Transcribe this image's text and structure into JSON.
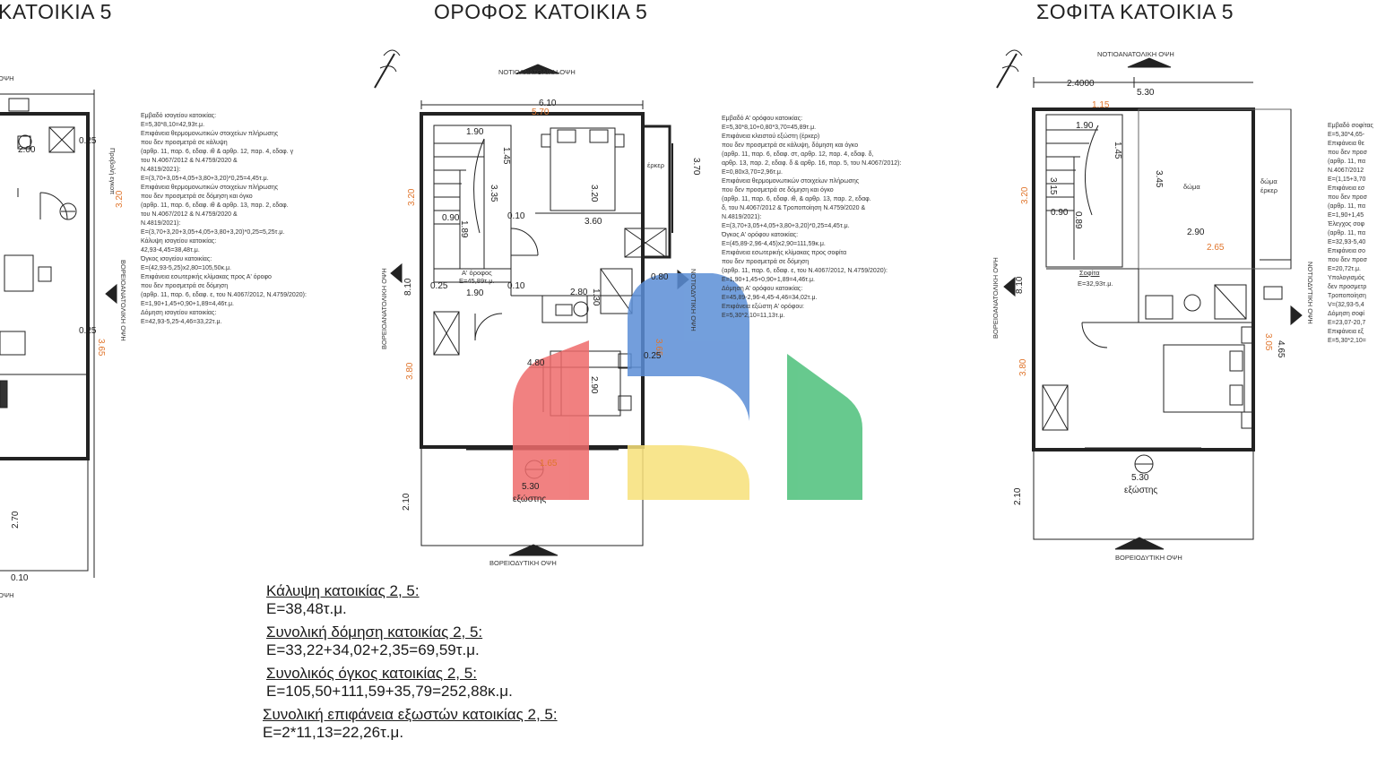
{
  "plans": {
    "ground": {
      "title": "ΚΑΤΟΙΚΙΑ 5",
      "north_label": "ΟΨΗ",
      "south_label": "ΟΨΗ",
      "east_label": "ΒΟΡΕΙΟΑΝΑΤΟΛΙΚΗ ΟΨΗ",
      "dims": [
        "3.20",
        "3.65",
        "2.70",
        "0.25",
        "0.25",
        "2.00",
        "0.10",
        "Προβολή εγκοπ"
      ],
      "notes": [
        "Εμβαδό ισογείου κατοικίας:",
        "Ε=5,30*8,10=42,93τ.μ.",
        "Επιφάνεια θερμομονωτικών στοιχείων πλήρωσης",
        "που δεν προσμετρά σε κάλυψη",
        "(αρθρ. 11, παρ. 6, εδαφ. ιθ & αρθρ. 12, παρ. 4, εδαφ. γ",
        "του Ν.4067/2012 & Ν.4759/2020 &",
        "Ν.4819/2021):",
        "Ε=(3,70+3,05+4,05+3,80+3,20)*0,25=4,45τ.μ.",
        "Επιφάνεια θερμομονωτικών στοιχείων πλήρωσης",
        "που δεν προσμετρά σε δόμηση και όγκο",
        "(αρθρ. 11, παρ. 6, εδαφ. ιθ & αρθρ. 13, παρ. 2, εδαφ.",
        "του Ν.4067/2012 & Ν.4759/2020 &",
        "Ν.4819/2021):",
        "Ε=(3,70+3,20+3,05+4,05+3,80+3,20)*0,25=5,25τ.μ.",
        "Κάλυψη ισογείου κατοικίας:",
        "42,93-4,45=38,48τ.μ.",
        "Όγκος ισογείου κατοικίας:",
        "Ε=(42,93-5,25)x2,80=105,50κ.μ.",
        "Επιφάνεια εσωτερικής κλίμακας προς Α' όροφο",
        "που δεν προσμετρά σε δόμηση",
        "(αρθρ. 11, παρ. 6, εδαφ. ε, του Ν.4067/2012, Ν.4759/2020):",
        "Ε=1,90+1,45+0,90+1,89=4,46τ.μ.",
        "Δόμηση ισογείου κατοικίας:",
        "Ε=42,93-5,25-4,46=33,22τ.μ."
      ]
    },
    "floor": {
      "title": "ΟΡΟΦΟΣ ΚΑΤΟΙΚΙΑ 5",
      "north_label": "ΝΟΤΙΟΑΝΑΤΟΛΙΚΗ ΟΨΗ",
      "south_label": "ΒΟΡΕΙΟΔΥΤΙΚΗ ΟΨΗ",
      "west_label": "ΒΟΡΕΙΟΑΝΑΤΟΛΙΚΗ ΟΨΗ",
      "east_label": "ΝΟΤΙΟΔΥΤΙΚΗ ΟΨΗ",
      "dims": [
        "6.10",
        "5.70",
        "1.90",
        "1.45",
        "3.35",
        "3.20",
        "3.60",
        "0.10",
        "0.90",
        "1.89",
        "2.80",
        "1.30",
        "0.80",
        "4.80",
        "2.90",
        "1.90",
        "0.25",
        "0.10",
        "3.70",
        "3.20",
        "3.80",
        "8.10",
        "2.10",
        "5.30",
        "1.65",
        "3.65",
        "0.25"
      ],
      "room_labels": [
        "Α' όροφος",
        "Ε=45,89τ.μ.",
        "έρκερ",
        "εξώστης"
      ],
      "notes": [
        "Εμβαδό Α' ορόφου κατοικίας:",
        "Ε=5,30*8,10+0,80*3,70=45,89τ.μ.",
        "Επιφάνεια κλειστού εξώστη (έρκερ)",
        "που δεν προσμετρά σε κάλυψη, δόμηση και όγκο",
        "(αρθρ. 11, παρ. 6, εδαφ. στ, αρθρ. 12, παρ. 4, εδαφ. δ,",
        "αρθρ. 13, παρ. 2, εδαφ. δ & αρθρ. 16, παρ. 5, του Ν.4067/2012):",
        "Ε=0,80x3,70=2,96τ.μ.",
        "Επιφάνεια θερμομονωτικών στοιχείων πλήρωσης",
        "που δεν προσμετρά σε δόμηση και όγκο",
        "(αρθρ. 11, παρ. 6, εδαφ. ιθ, & αρθρ. 13, παρ. 2, εδαφ.",
        "δ, του Ν.4067/2012 & Τροποποίηση Ν.4759/2020 &",
        "Ν.4819/2021):",
        "Ε=(3,70+3,05+4,05+3,80+3,20)*0,25=4,45τ.μ.",
        "Όγκος Α' ορόφου κατοικίας:",
        "Ε=(45,89-2,96-4,45)x2,90=111,59κ.μ.",
        "Επιφάνεια εσωτερικής κλίμακας προς σοφίτα",
        "που δεν προσμετρά σε δόμηση",
        "(αρθρ. 11, παρ. 6, εδαφ. ε, του Ν.4067/2012, Ν.4759/2020):",
        "Ε=1,90+1,45+0,90+1,89=4,46τ.μ.",
        "Δόμηση Α' ορόφου κατοικίας:",
        "Ε=45,89-2,96-4,45-4,46=34,02τ.μ.",
        "Επιφάνεια εξώστη Α' ορόφου:",
        "Ε=5,30*2,10=11,13τ.μ."
      ]
    },
    "attic": {
      "title": "ΣΟΦΙΤΑ ΚΑΤΟΙΚΙΑ 5",
      "north_label": "ΝΟΤΙΟΑΝΑΤΟΛΙΚΗ ΟΨΗ",
      "south_label": "ΒΟΡΕΙΟΔΥΤΙΚΗ ΟΨΗ",
      "west_label": "ΒΟΡΕΙΟΑΝΑΤΟΛΙΚΗ ΟΨΗ",
      "east_label": "ΝΟΤΙΟΔΥΤΙΚΗ ΟΨΗ",
      "dims": [
        "2.4000",
        "5.30",
        "1.15",
        "1.90",
        "1.45",
        "3.45",
        "3.15",
        "2.90",
        "2.65",
        "0.90",
        "0.89",
        "3.20",
        "8.10",
        "3.80",
        "3.05",
        "4.65",
        "5.30",
        "2.10"
      ],
      "room_labels": [
        "δώμα",
        "δώμα έρκερ",
        "Σοφίτα",
        "Ε=32,93τ.μ.",
        "εξώστης"
      ],
      "notes": [
        "Εμβαδό σοφίτας",
        "Ε=5,30*4,65-",
        "Επιφάνεια θε",
        "που δεν προσ",
        "(αρθρ. 11, πα",
        "Ν.4067/2012",
        "Ε=(1,15+3,70",
        "Επιφάνεια εσ",
        "που δεν προσ",
        "(αρθρ. 11, πα",
        "Ε=1,90+1,45",
        "Έλεγχος σοφ",
        "(αρθρ. 11, πα",
        "Ε=32,93-5,40",
        "Επιφάνεια σο",
        "που δεν προσ",
        "Ε=20,72τ.μ.",
        "Υπολογισμός",
        "δεν προσμετρ",
        "Τροποποίηση",
        "V=(32,93-5,4",
        "Δόμηση σοφί",
        "Ε=23,07-20,7",
        "Επιφάνεια εξ",
        "Ε=5,30*2,10="
      ]
    }
  },
  "summary": [
    {
      "heading": "Κάλυψη κατοικίας 2, 5:",
      "value": "Ε=38,48τ.μ."
    },
    {
      "heading": "Συνολική δόμηση κατοικίας 2, 5:",
      "value": "Ε=33,22+34,02+2,35=69,59τ.μ."
    },
    {
      "heading": "Συνολικός όγκος κατοικίας 2, 5:",
      "value": "Ε=105,50+111,59+35,79=252,88κ.μ."
    },
    {
      "heading": "Συνολική επιφάνεια εξωστών κατοικίας 2, 5:",
      "value": "Ε=2*11,13=22,26τ.μ."
    }
  ],
  "watermark": {
    "colors": {
      "red": "#ef6b6b",
      "blue": "#5b8ed6",
      "yellow": "#f7e17a",
      "green": "#4cc07a"
    }
  },
  "colors": {
    "dimension_orange": "#e0752c",
    "line": "#222222"
  }
}
